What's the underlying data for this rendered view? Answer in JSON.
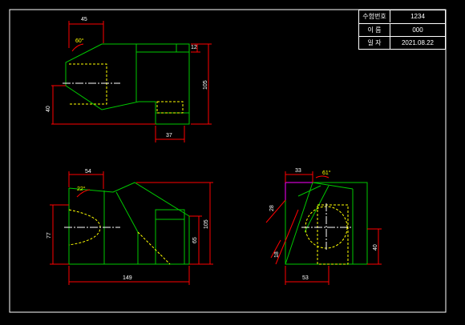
{
  "title_block": {
    "rows": [
      {
        "label": "수험번호",
        "value": "1234"
      },
      {
        "label": "이 름",
        "value": "000"
      },
      {
        "label": "일 자",
        "value": "2021.08.22"
      }
    ]
  },
  "dimensions": {
    "top": {
      "width_45": "45",
      "angle_60": "60°",
      "height_12": "12",
      "height_105": "105",
      "height_40": "40",
      "width_37": "37"
    },
    "front": {
      "width_54": "54",
      "angle_22": "22°",
      "height_77": "77",
      "height_65": "65",
      "height_105": "105",
      "width_149": "149"
    },
    "side": {
      "width_33": "33",
      "angle_61": "61°",
      "dim_28": "28",
      "dim_18": "18",
      "width_53": "53",
      "height_40": "40"
    }
  },
  "colors": {
    "background": "#000000",
    "border": "#ffffff",
    "object_line": "#00c800",
    "hidden_line": "#ffff00",
    "dimension_line": "#ff0000",
    "center_line": "#ffffff",
    "auxiliary_line": "#ff00ff"
  }
}
